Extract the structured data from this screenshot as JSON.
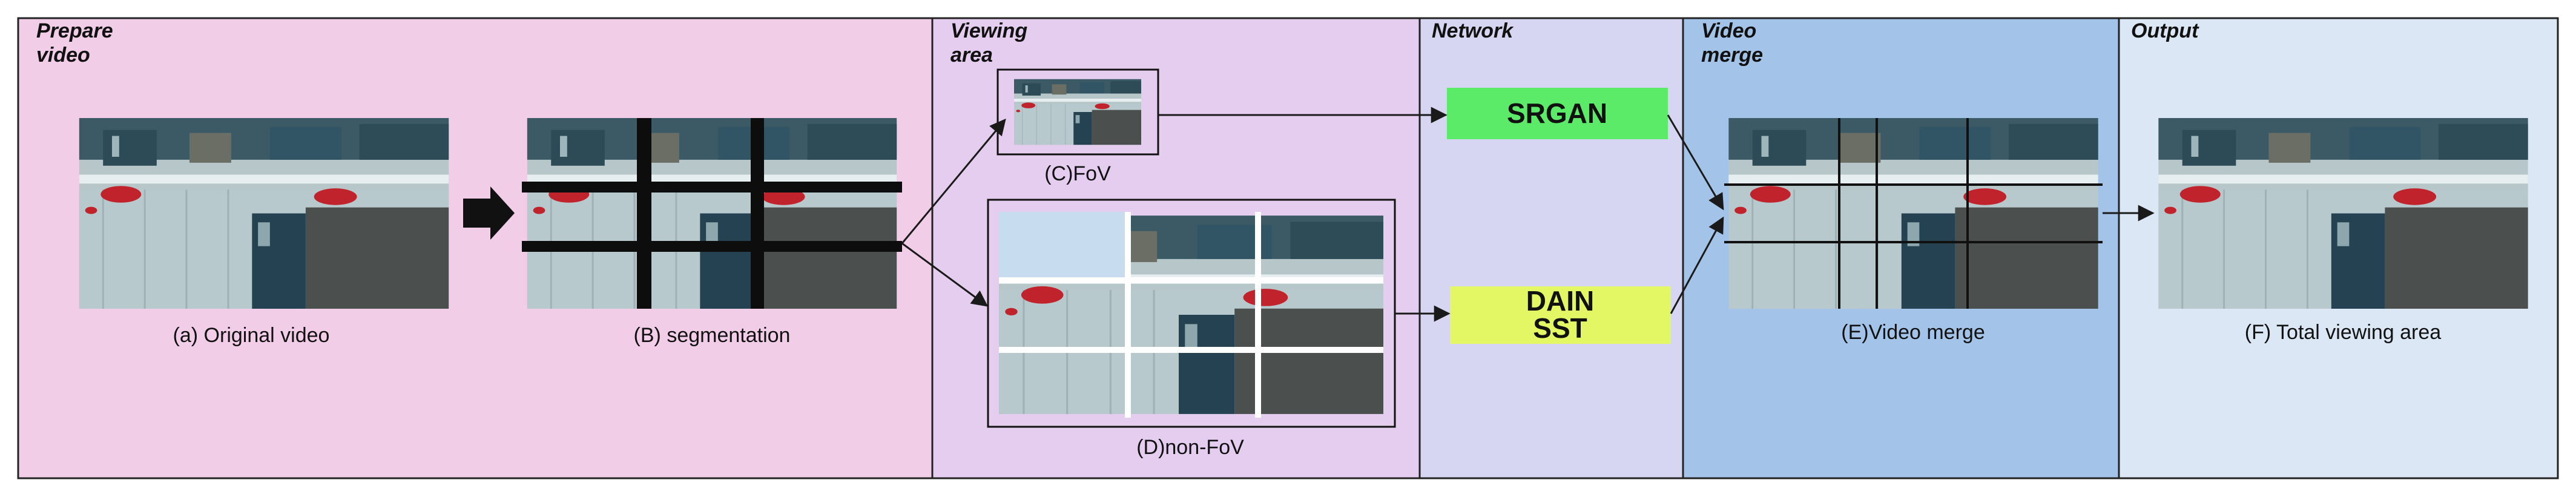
{
  "sections": [
    {
      "id": "prepare",
      "title_lines": [
        "Prepare",
        "video"
      ],
      "color": "#F2CDE7"
    },
    {
      "id": "viewing",
      "title_lines": [
        "Viewing",
        "area"
      ],
      "color": "#E5CDF0"
    },
    {
      "id": "network",
      "title_lines": [
        "Network"
      ],
      "color": "#D6D6F2"
    },
    {
      "id": "merge",
      "title_lines": [
        "Video",
        "merge"
      ],
      "color": "#A3C4E8"
    },
    {
      "id": "output",
      "title_lines": [
        "Output"
      ],
      "color": "#DCE7F5"
    }
  ],
  "captions": {
    "original": "(a) Original video",
    "segmentation": "(B) segmentation",
    "fov": "(C)FoV",
    "nonfov": "(D)non-FoV",
    "merge": "(E)Video merge",
    "total": "(F) Total viewing area"
  },
  "networks": {
    "srgan": {
      "lines": [
        "SRGAN"
      ],
      "color": "#5CEB68"
    },
    "dain": {
      "lines": [
        "DAIN",
        "SST"
      ],
      "color": "#E2F763"
    }
  },
  "icons": {
    "big_arrow": "thick-right-arrow-icon",
    "thumbnail": "vr-scene-frame"
  }
}
